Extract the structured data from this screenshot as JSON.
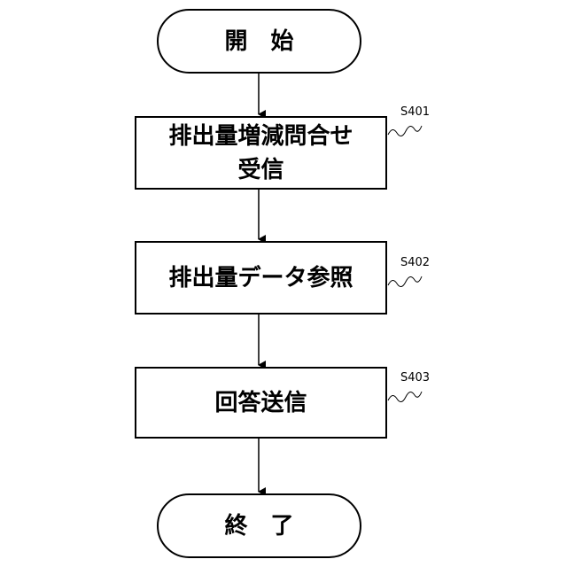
{
  "flowchart": {
    "start": {
      "label": "開　始"
    },
    "steps": [
      {
        "id": "S401",
        "label_line1": "排出量増減問合せ",
        "label_line2": "受信"
      },
      {
        "id": "S402",
        "label_line1": "排出量データ参照"
      },
      {
        "id": "S403",
        "label_line1": "回答送信"
      }
    ],
    "end": {
      "label": "終　了"
    }
  }
}
